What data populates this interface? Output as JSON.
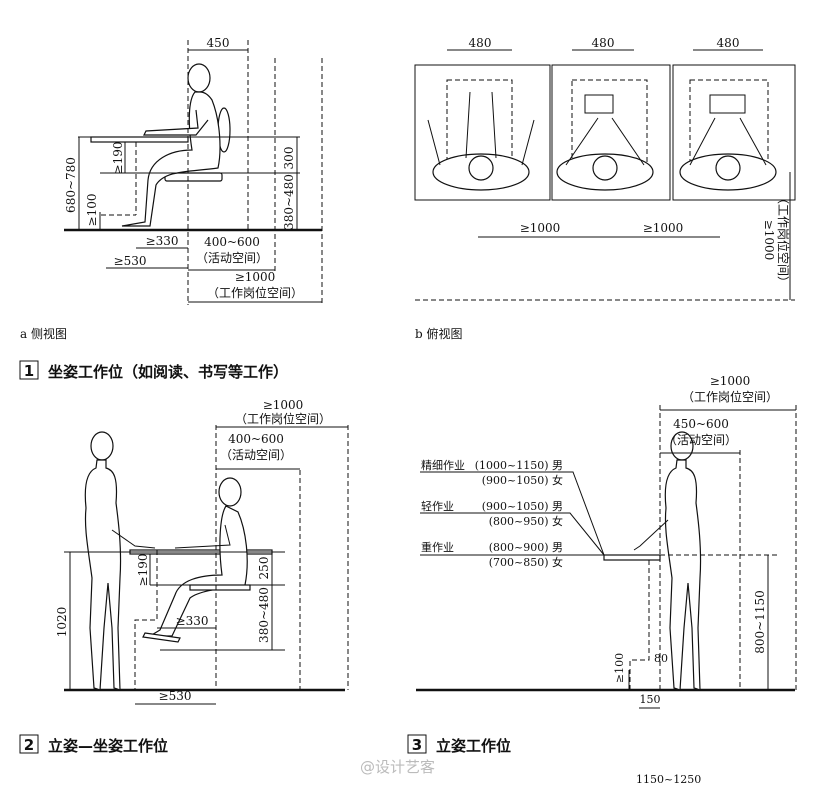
{
  "panel1a": {
    "caption": "a 侧视图",
    "dims": {
      "d450": "450",
      "d300": "300",
      "d380_480": "380~480",
      "d680_780": "680~780",
      "d190": "≥190",
      "d100": "≥100",
      "d330": "≥330",
      "d530": "≥530",
      "d400_600": "400~600",
      "activity": "（活动空间）",
      "d1000": "≥1000",
      "workspace": "（工作岗位空间）"
    }
  },
  "panel1b": {
    "caption": "b 俯视图",
    "dims": {
      "w1": "480",
      "w2": "480",
      "w3": "480",
      "h1000a": "≥1000",
      "h1000b": "≥1000",
      "v1000": "≥1000",
      "workspace": "（工作岗位空间）"
    }
  },
  "section1": {
    "number": "1",
    "title": "坐姿工作位（如阅读、书写等工作）"
  },
  "panel2": {
    "dims": {
      "d1000": "≥1000",
      "workspace": "（工作岗位空间）",
      "d400_600": "400~600",
      "activity": "（活动空间）",
      "d1020": "1020",
      "d190": "≥190",
      "d250": "250",
      "d380_480": "380~480",
      "d330": "≥330",
      "d530": "≥530"
    }
  },
  "section2": {
    "number": "2",
    "title": "立姿—坐姿工作位"
  },
  "panel3": {
    "dims": {
      "d1000": "≥1000",
      "workspace": "（工作岗位空间）",
      "d450_600": "450~600",
      "activity": "（活动空间）",
      "d800_1150": "800~1150",
      "d100": "≥100",
      "d80": "80",
      "d150": "150"
    },
    "work_types": [
      {
        "name": "精细作业",
        "male": "(1000~1150) 男",
        "female": "(900~1050) 女"
      },
      {
        "name": "轻作业",
        "male": "(900~1050) 男",
        "female": "(800~950) 女"
      },
      {
        "name": "重作业",
        "male": "(800~900) 男",
        "female": "(700~850) 女"
      }
    ]
  },
  "section3": {
    "number": "3",
    "title": "立姿工作位"
  },
  "watermark": "@设计艺客",
  "cut_text": "1150~1250"
}
